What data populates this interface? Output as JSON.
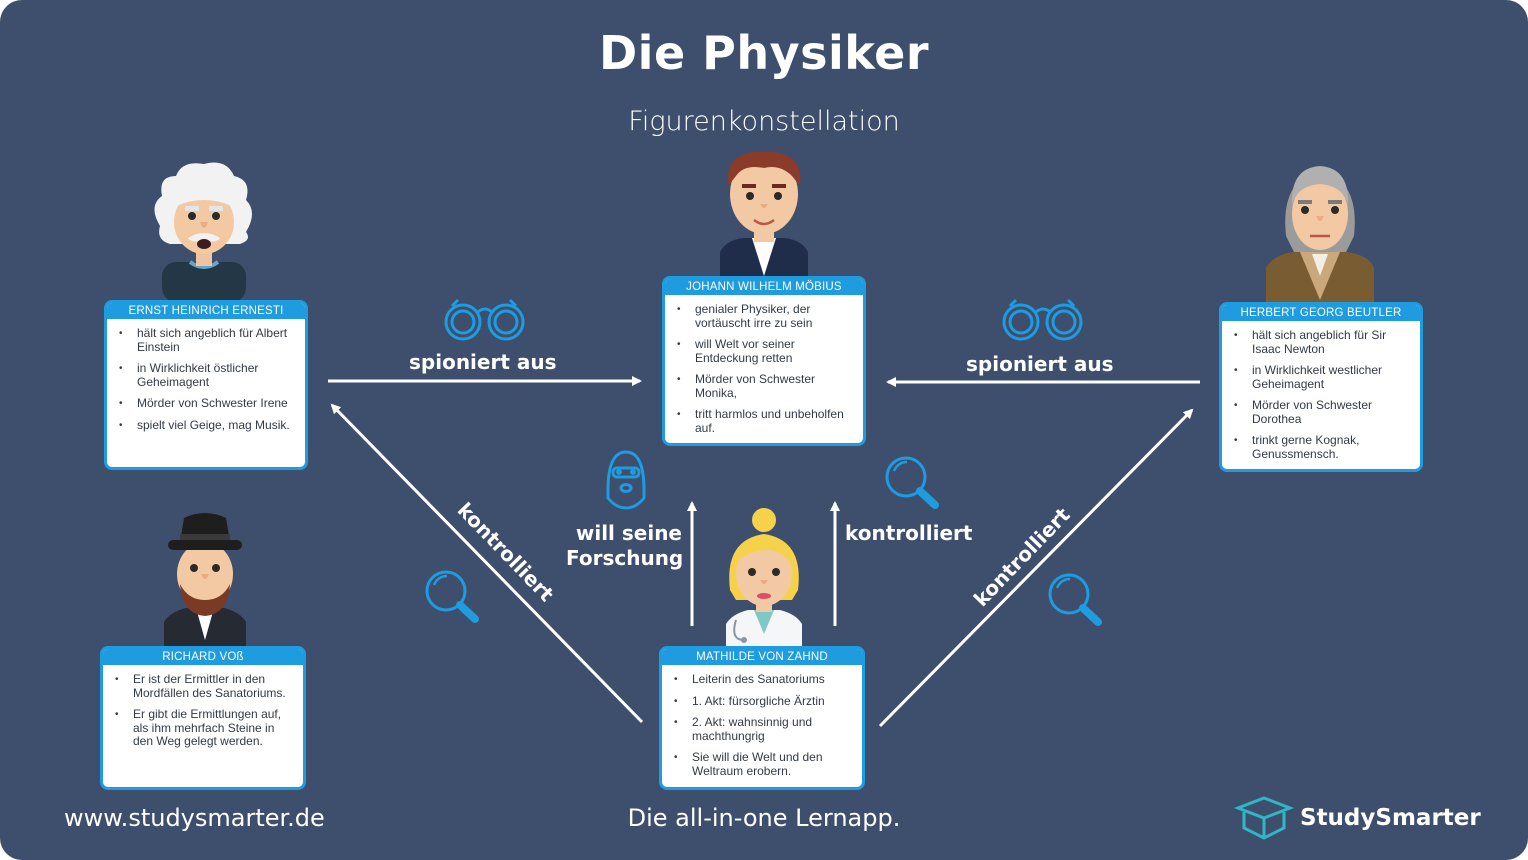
{
  "title": "Die Physiker",
  "subtitle": "Figurenkonstellation",
  "characters": [
    {
      "name": "ERNST HEINRICH ERNESTI",
      "points": [
        "hält sich angeblich für Albert Einstein",
        "in Wirklichkeit östlicher Geheimagent",
        "Mörder von Schwester Irene",
        "spielt viel Geige, mag Musik."
      ]
    },
    {
      "name": "JOHANN WILHELM MÖBIUS",
      "points": [
        "genialer Physiker, der vortäuscht irre zu sein",
        "will Welt vor seiner Entdeckung retten",
        "Mörder von Schwester Monika,",
        "tritt harmlos und unbeholfen auf."
      ]
    },
    {
      "name": "HERBERT GEORG BEUTLER",
      "points": [
        "hält sich angeblich für Sir Isaac Newton",
        "in Wirklichkeit westlicher Geheimagent",
        "Mörder von Schwester Dorothea",
        "trinkt gerne Kognak, Genussmensch."
      ]
    },
    {
      "name": "RICHARD VOß",
      "points": [
        "Er ist der Ermittler in den Mordfällen des Sanatoriums.",
        "Er gibt die Ermittlungen auf, als ihm mehrfach Steine in den Weg gelegt werden."
      ]
    },
    {
      "name": "MATHILDE VON ZAHND",
      "points": [
        "Leiterin des Sanatoriums",
        "1. Akt: fürsorgliche Ärztin",
        "2. Akt: wahnsinnig und machthungrig",
        "Sie will die Welt und den Weltraum erobern."
      ]
    }
  ],
  "relations": {
    "spy_left": "spioniert aus",
    "spy_right": "spioniert aus",
    "control_left": "kontrolliert",
    "control_right": "kontrolliert",
    "control_center": "kontrolliert",
    "research_line1": "will seine",
    "research_line2": "Forschung"
  },
  "footer": {
    "url": "www.studysmarter.de",
    "tagline": "Die all-in-one Lernapp.",
    "brand": "StudySmarter"
  },
  "icons": [
    "binoculars-icon",
    "magnifier-icon",
    "balaclava-icon",
    "studysmarter-logo-icon"
  ],
  "colors": {
    "background": "#3d4f6d",
    "accent": "#1f9be0",
    "text": "#ffffff"
  }
}
